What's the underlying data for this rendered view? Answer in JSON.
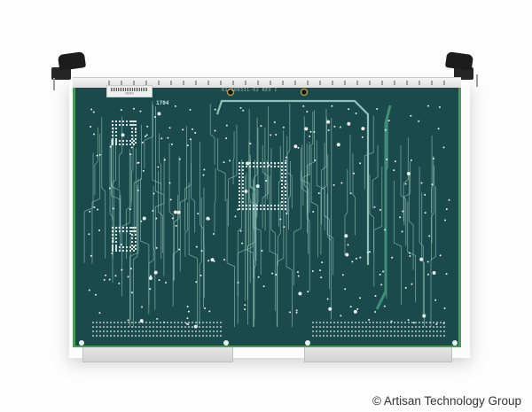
{
  "image": {
    "subject": "green VME-style printed circuit board, solder side, with black card ejectors and two edge connectors",
    "background_color": "#ffffff",
    "board_color": "#1b4a4c",
    "board_edge_color": "#4c9a5a",
    "trace_color": "#8fc1b6",
    "pad_color": "#e8f0ee"
  },
  "board": {
    "silkscreen_part_number": "01-100331-02 REV C",
    "date_code": "1704",
    "barcode_label": "||||||||||||"
  },
  "watermark": {
    "text": "© Artisan Technology Group"
  }
}
